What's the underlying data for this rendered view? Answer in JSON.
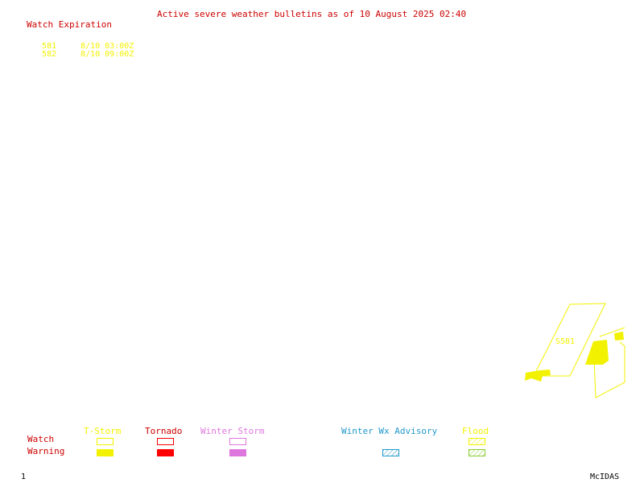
{
  "title": "Active severe weather bulletins as of 10 August 2025 02:40",
  "watch_expiration": {
    "header": "Watch Expiration",
    "rows": [
      {
        "number": "581",
        "expires": "8/10 03:00Z"
      },
      {
        "number": "582",
        "expires": "8/10 09:00Z"
      }
    ]
  },
  "map": {
    "watch_label": "S581",
    "colors": {
      "tstorm": "#f2f200",
      "tornado": "#ff0000",
      "winter_storm": "#dd77dd",
      "winter_wx_advisory": "#2299cc",
      "flood": "#88cc33",
      "text_red": "#cc0000"
    }
  },
  "legend": {
    "columns": {
      "tstorm": "T-Storm",
      "tornado": "Tornado",
      "winter_storm": "Winter Storm",
      "winter_wx_advisory": "Winter Wx Advisory",
      "flood": "Flood"
    },
    "rows": {
      "watch": "Watch",
      "warning": "Warning"
    }
  },
  "footer": {
    "frame_number": "1",
    "brand": "McIDAS"
  }
}
